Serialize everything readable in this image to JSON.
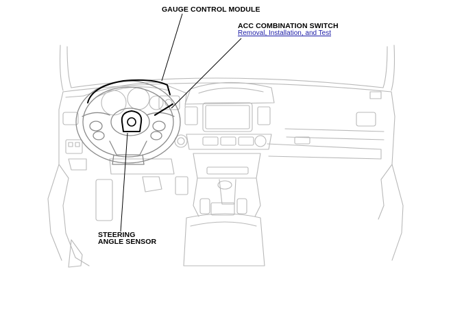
{
  "labels": {
    "gauge_control_module": "GAUGE CONTROL MODULE",
    "acc_switch": "ACC COMBINATION SWITCH",
    "acc_link": "Removal, Installation, and Test",
    "steering_line1": "STEERING",
    "steering_line2": "ANGLE SENSOR"
  },
  "colors": {
    "outline": "#b8b8b8",
    "highlight": "#000000",
    "link": "#1a1aa6"
  }
}
